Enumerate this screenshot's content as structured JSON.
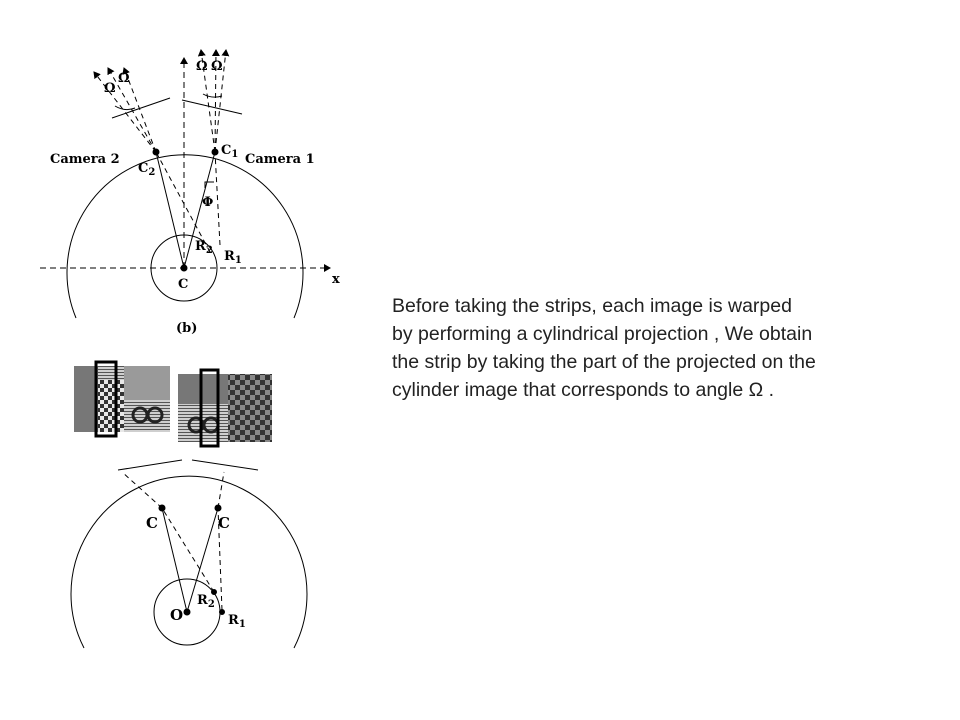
{
  "caption": {
    "lines": [
      "Before taking the strips, each image is warped",
      "by performing a cylindrical projection , We obtain",
      "the strip by taking the part of the projected on the",
      "cylinder image that corresponds to angle Ω ."
    ]
  },
  "figure_b": {
    "camera_left": "Camera 2",
    "camera_right": "Camera 1",
    "point_c2": "C",
    "point_c2_sub": "2",
    "point_c1": "C",
    "point_c1_sub": "1",
    "center": "C",
    "radius_1": "R",
    "radius_1_sub": "1",
    "radius_2": "R",
    "radius_2_sub": "2",
    "axis_x": "x",
    "angle_phi": "Φ",
    "omega_1": "Ω",
    "omega_2": "Ω",
    "omega_3": "Ω",
    "omega_4": "Ω",
    "panel_label": "(b)"
  },
  "figure_c": {
    "point_left": "C",
    "point_right": "C",
    "center": "O",
    "radius_1": "R",
    "radius_1_sub": "1",
    "radius_2": "R",
    "radius_2_sub": "2"
  },
  "colors": {
    "stroke": "#000000",
    "text": "#222222"
  }
}
